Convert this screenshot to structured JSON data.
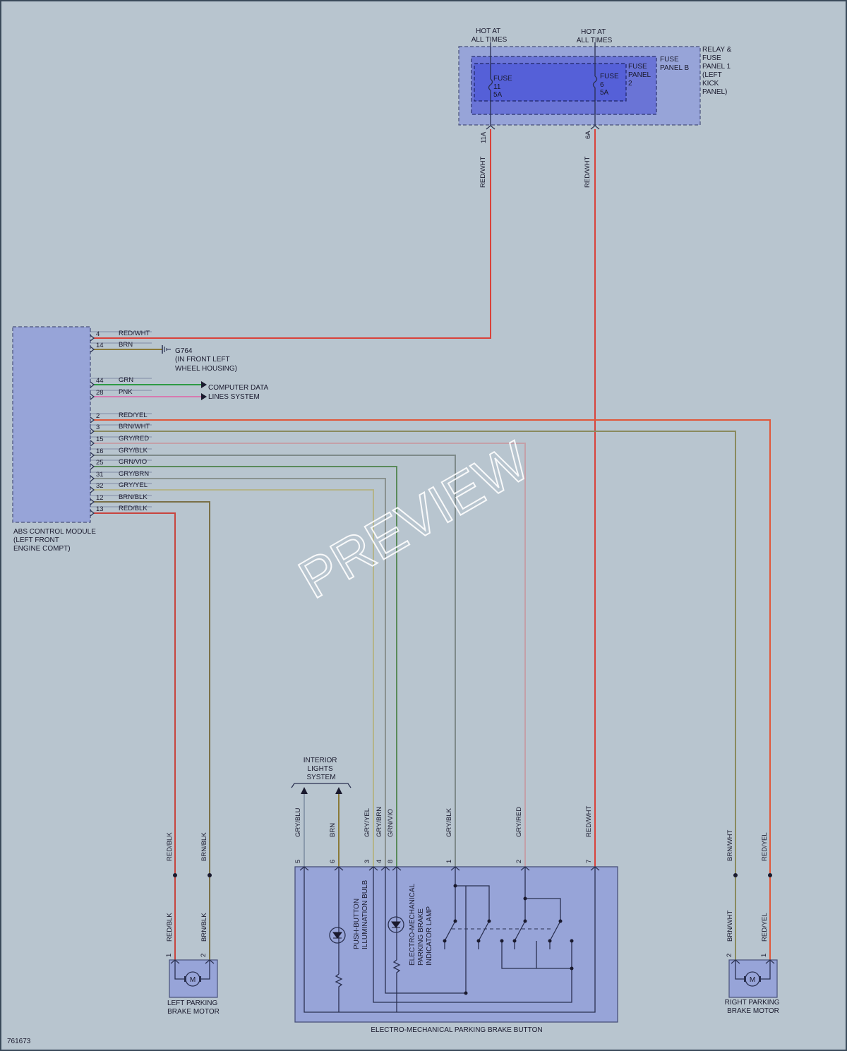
{
  "hot1": [
    "HOT AT",
    "ALL TIMES"
  ],
  "hot2": [
    "HOT AT",
    "ALL TIMES"
  ],
  "relay_panel": [
    "RELAY &",
    "FUSE",
    "PANEL 1",
    "(LEFT",
    "KICK",
    "PANEL)"
  ],
  "fuse_panel_b": [
    "FUSE",
    "PANEL B"
  ],
  "fuse_panel_2": [
    "FUSE",
    "PANEL",
    "2"
  ],
  "fuse11": [
    "FUSE",
    "11",
    "5A"
  ],
  "fuse6": [
    "FUSE",
    "6",
    "5A"
  ],
  "fuse_pins": {
    "left": "11A",
    "right": "6A"
  },
  "wires_top": {
    "left": "RED/WHT",
    "right": "RED/WHT"
  },
  "abs_module": {
    "label": [
      "ABS CONTROL MODULE",
      "(LEFT FRONT",
      "ENGINE COMPT)"
    ],
    "pins": [
      {
        "pin": "4",
        "color": "RED/WHT"
      },
      {
        "pin": "14",
        "color": "BRN"
      },
      {
        "pin": "44",
        "color": "GRN"
      },
      {
        "pin": "28",
        "color": "PNK"
      },
      {
        "pin": "2",
        "color": "RED/YEL"
      },
      {
        "pin": "3",
        "color": "BRN/WHT"
      },
      {
        "pin": "15",
        "color": "GRY/RED"
      },
      {
        "pin": "16",
        "color": "GRY/BLK"
      },
      {
        "pin": "25",
        "color": "GRN/VIO"
      },
      {
        "pin": "31",
        "color": "GRY/BRN"
      },
      {
        "pin": "32",
        "color": "GRY/YEL"
      },
      {
        "pin": "12",
        "color": "BRN/BLK"
      },
      {
        "pin": "13",
        "color": "RED/BLK"
      }
    ]
  },
  "ground": [
    "G764",
    "(IN FRONT LEFT",
    "WHEEL HOUSING)"
  ],
  "data_lines": [
    "COMPUTER DATA",
    "LINES SYSTEM"
  ],
  "interior_lights": [
    "INTERIOR",
    "LIGHTS",
    "SYSTEM"
  ],
  "button_wires": [
    {
      "color": "GRY/BLU",
      "pin": "5"
    },
    {
      "color": "BRN",
      "pin": "6"
    },
    {
      "color": "GRY/YEL",
      "pin": "3"
    },
    {
      "color": "GRY/BRN",
      "pin": "4"
    },
    {
      "color": "GRN/VIO",
      "pin": "8"
    },
    {
      "color": "GRY/BLK",
      "pin": "1"
    },
    {
      "color": "GRY/RED",
      "pin": "2"
    },
    {
      "color": "RED/WHT",
      "pin": "7"
    }
  ],
  "bulb_label": [
    "PUSH-BUTTON",
    "ILLUMINATION BULB"
  ],
  "lamp_label": [
    "ELECTRO-MECHANICAL",
    "PARKING BRAKE",
    "INDICATOR LAMP"
  ],
  "button_label": "ELECTRO-MECHANICAL PARKING BRAKE BUTTON",
  "left_motor": {
    "label": [
      "LEFT PARKING",
      "BRAKE MOTOR"
    ],
    "wires": [
      {
        "color": "RED/BLK",
        "pin": "1"
      },
      {
        "color": "BRN/BLK",
        "pin": "2"
      }
    ]
  },
  "right_motor": {
    "label": [
      "RIGHT PARKING",
      "BRAKE MOTOR"
    ],
    "wires": [
      {
        "color": "BRN/WHT",
        "pin": "2"
      },
      {
        "color": "RED/YEL",
        "pin": "1"
      }
    ]
  },
  "motor_symbol": "M",
  "figure_id": "761673",
  "watermark": "PREVIEW",
  "colors": {
    "red": "#d9423a",
    "brn": "#8a7a38",
    "grn": "#2e9a44",
    "pnk": "#d77ab0",
    "redyel": "#e0583a",
    "brnwht": "#8a8a5e",
    "gryred": "#c4a0a8",
    "gryblk": "#7e8a8a",
    "grnvio": "#5a8a5a",
    "grybrn": "#8a9290",
    "gryyel": "#b4b48a",
    "brnblk": "#7a7048",
    "redblk": "#c8443e",
    "gryblu": "#8a9aac"
  }
}
